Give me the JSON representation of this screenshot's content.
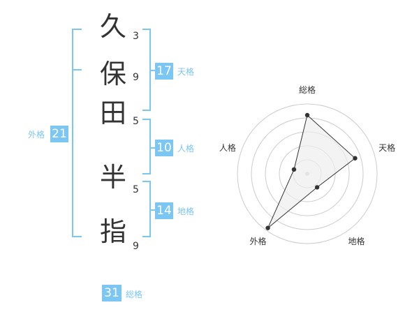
{
  "name_chars": [
    {
      "char": "久",
      "strokes": "3"
    },
    {
      "char": "保",
      "strokes": "9"
    },
    {
      "char": "田",
      "strokes": "5"
    },
    {
      "char": "半",
      "strokes": "5"
    },
    {
      "char": "指",
      "strokes": "9"
    }
  ],
  "fortune": {
    "tenkaku": {
      "value": "17",
      "label": "天格"
    },
    "jinkaku": {
      "value": "10",
      "label": "人格"
    },
    "chikaku": {
      "value": "14",
      "label": "地格"
    },
    "gaikaku": {
      "value": "21",
      "label": "外格"
    },
    "soukaku": {
      "value": "31",
      "label": "総格"
    }
  },
  "colors": {
    "accent": "#7cc6f4",
    "text": "#333333",
    "grid": "#cccccc",
    "fill": "#eeeeee"
  },
  "chart_data": {
    "type": "radar",
    "axes": [
      "総格",
      "天格",
      "地格",
      "外格",
      "人格"
    ],
    "values": [
      4.2,
      3.6,
      1.2,
      4.8,
      1.0
    ],
    "max": 5
  }
}
